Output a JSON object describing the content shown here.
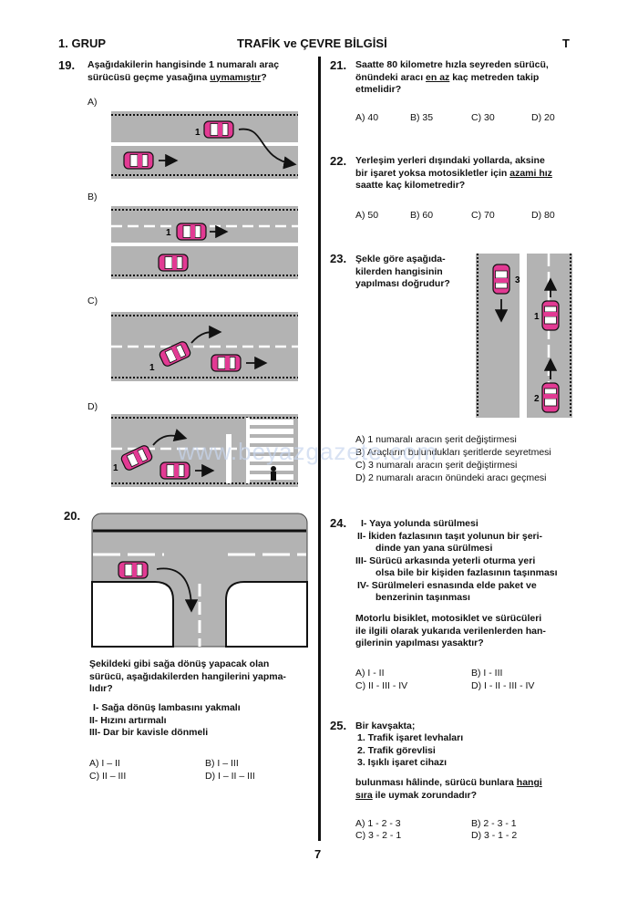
{
  "header": {
    "group": "1. GRUP",
    "title": "TRAFİK ve ÇEVRE BİLGİSİ",
    "code": "T"
  },
  "q19": {
    "number": "19.",
    "text_a": "Aşağıdakilerin hangisinde 1 numaralı araç",
    "text_b": "sürücüsü geçme yasağına ",
    "text_u": "uymamıştır",
    "text_end": "?",
    "options": [
      "A)",
      "B)",
      "C)",
      "D)"
    ],
    "car_label": "1"
  },
  "q20": {
    "number": "20.",
    "text": [
      "Şekildeki gibi sağa dönüş yapacak olan",
      "sürücü, aşağıdakilerden hangilerini yapma-",
      "lıdır?"
    ],
    "items": [
      "I- Sağa dönüş lambasını yakmalı",
      "II- Hızını artırmalı",
      "III- Dar bir kavisle dönmeli"
    ],
    "options": [
      "A) I – II",
      "B) I – III",
      "C) II – III",
      "D) I – II – III"
    ]
  },
  "q21": {
    "number": "21.",
    "text_a": "Saatte 80 kilometre hızla seyreden sürücü,",
    "text_b1": "önündeki aracı ",
    "text_bu": "en az",
    "text_b2": " kaç metreden takip",
    "text_c": "etmelidir?",
    "options": [
      "A) 40",
      "B) 35",
      "C) 30",
      "D) 20"
    ]
  },
  "q22": {
    "number": "22.",
    "text_a": "Yerleşim yerleri dışındaki yollarda, aksine",
    "text_b1": "bir işaret yoksa motosikletler için ",
    "text_bu": "azami hız",
    "text_c": "saatte kaç kilometredir?",
    "options": [
      "A) 50",
      "B) 60",
      "C) 70",
      "D) 80"
    ]
  },
  "q23": {
    "number": "23.",
    "text": [
      "Şekle göre aşağıda-",
      "kilerden hangisinin",
      "yapılması doğrudur?"
    ],
    "car_labels": [
      "3",
      "1",
      "2"
    ],
    "options": [
      "A) 1 numaralı aracın şerit değiştirmesi",
      "B) Araçların bulundukları şeritlerde seyretmesi",
      "C) 3 numaralı aracın şerit değiştirmesi",
      "D) 2 numaralı aracın önündeki aracı geçmesi"
    ]
  },
  "q24": {
    "number": "24.",
    "items": [
      "I- Yaya yolunda sürülmesi",
      "II- İkiden fazlasının taşıt yolunun bir şeri-",
      "dinde yan yana sürülmesi",
      "III- Sürücü arkasında yeterli oturma yeri",
      "olsa bile bir kişiden fazlasının taşınması",
      "IV- Sürülmeleri esnasında elde paket ve",
      "benzerinin taşınması"
    ],
    "text": [
      "Motorlu bisiklet, motosiklet ve sürücüleri",
      "ile ilgili olarak yukarıda verilenlerden han-",
      "gilerinin yapılması yasaktır?"
    ],
    "options": [
      "A) I - II",
      "B) I - III",
      "C) II - III - IV",
      "D) I - II - III - IV"
    ]
  },
  "q25": {
    "number": "25.",
    "intro": "Bir kavşakta;",
    "items": [
      "1. Trafik işaret levhaları",
      "2. Trafik görevlisi",
      "3. Işıklı işaret cihazı"
    ],
    "text_a": "bulunması hâlinde, sürücü bunlara ",
    "text_au": "hangi",
    "text_bu": "sıra",
    "text_b": " ile uymak zorundadır?",
    "options": [
      "A) 1 - 2 - 3",
      "B) 2 - 3 - 1",
      "C) 3 - 2 - 1",
      "D) 3 - 1 - 2"
    ]
  },
  "page_number": "7",
  "watermark": "www.beyazgazete.com",
  "colors": {
    "road": "#b3b3b3",
    "car": "#e23a93",
    "ink": "#111111"
  }
}
